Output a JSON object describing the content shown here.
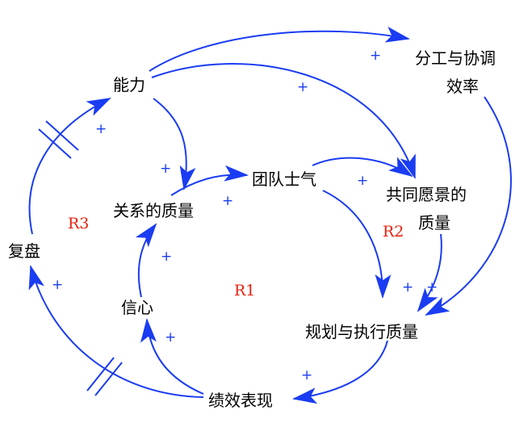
{
  "colors": {
    "arrow": "#1a3cf2",
    "loop_label": "#e8200c",
    "node_text": "#000000"
  },
  "nodes": {
    "ability": "能力",
    "division_line1": "分工与协调",
    "division_line2": "效率",
    "relationship_quality": "关系的质量",
    "team_morale": "团队士气",
    "shared_vision_line1": "共同愿景的",
    "shared_vision_line2": "质量",
    "review": "复盘",
    "confidence": "信心",
    "planning_execution": "规划与执行质量",
    "performance": "绩效表现"
  },
  "loops": {
    "r1": "R1",
    "r2": "R2",
    "r3": "R3"
  },
  "polarity": "+"
}
